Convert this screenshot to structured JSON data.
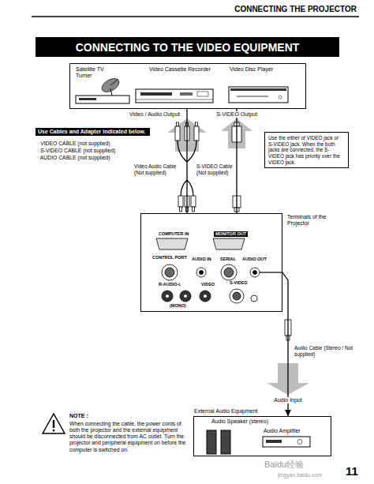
{
  "diagram": {
    "title": "CONNECTING TO THE VIDEO EQUIPMENT",
    "nodes": [
      {
        "text": [
          "Satellite TV Turner",
          "Video Cassette Recorder",
          "Video Disc Player"
        ]
      },
      {
        "text": [
          "Use Cables and Adapter indicated below."
        ]
      },
      {
        "text": [
          "Use the either of VIDEO jack or S-VIDEO jack. When the both jacks are connected, the S-VIDEO jack has priority over the VIDEO jack."
        ]
      },
      {
        "text": [
          "Terminals of the Projector",
          "COMPUTER IN",
          "MONITOR OUT",
          "CONTROL PORT",
          "AUDIO IN",
          "SERIAL",
          "AUDIO OUT",
          "R-AUDIO-L",
          "VIDEO",
          "(MONO)",
          "S-VIDEO"
        ]
      },
      {
        "text": [
          "External Audio Equipment",
          "Audio Speaker (stereo)",
          "Audio Amplifier"
        ]
      }
    ],
    "edges": [
      {
        "from": 0,
        "to": 3,
        "arrow": "none"
      },
      {
        "from": 0,
        "to": 3,
        "arrow": "none"
      },
      {
        "from": 3,
        "to": 4,
        "arrow": "to"
      }
    ],
    "labels": [
      "CONNECTING THE PROJECTOR",
      "Video / Audio Output",
      "S-VIDEO Output",
      "· VIDEO CABLE (not supplied)",
      "· S-VIDEO CABLE (not supplied)",
      "· AUDIO CABLE (not supplied)",
      "Video Audio Cable (Not supplied)",
      "S-VIDEO Cable (Not supplied)",
      "Audio Cable (Stereo / Not supplied)",
      "Audio Input",
      "NOTE :",
      "When connecting the cable, the power cords of both the projector and the external equipment should be disconnected from AC outlet. Turn the projector and peripheral equipment on before the computer is switched on.",
      "11",
      "Baidu经验",
      "jingyan.baidu.com"
    ]
  }
}
